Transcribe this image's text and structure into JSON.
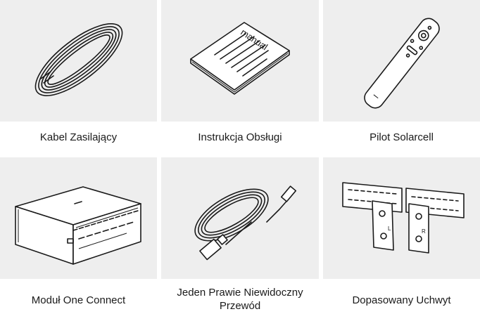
{
  "items": [
    {
      "label_lines": [
        "Kabel Zasilający"
      ],
      "icon": "power-cable-icon"
    },
    {
      "label_lines": [
        "Instrukcja Obsługi"
      ],
      "icon": "manual-icon",
      "book_text": "manual"
    },
    {
      "label_lines": [
        "Pilot Solarcell"
      ],
      "icon": "remote-control-icon"
    },
    {
      "label_lines": [
        "Moduł One Connect"
      ],
      "icon": "one-connect-box-icon"
    },
    {
      "label_lines": [
        "Jeden Prawie Niewidoczny",
        "Przewód"
      ],
      "icon": "one-invisible-cable-icon"
    },
    {
      "label_lines": [
        "Dopasowany Uchwyt"
      ],
      "icon": "wall-mount-icon"
    }
  ],
  "colors": {
    "panel": "#eeeeee",
    "ink": "#1a1a1a",
    "background": "#ffffff"
  }
}
